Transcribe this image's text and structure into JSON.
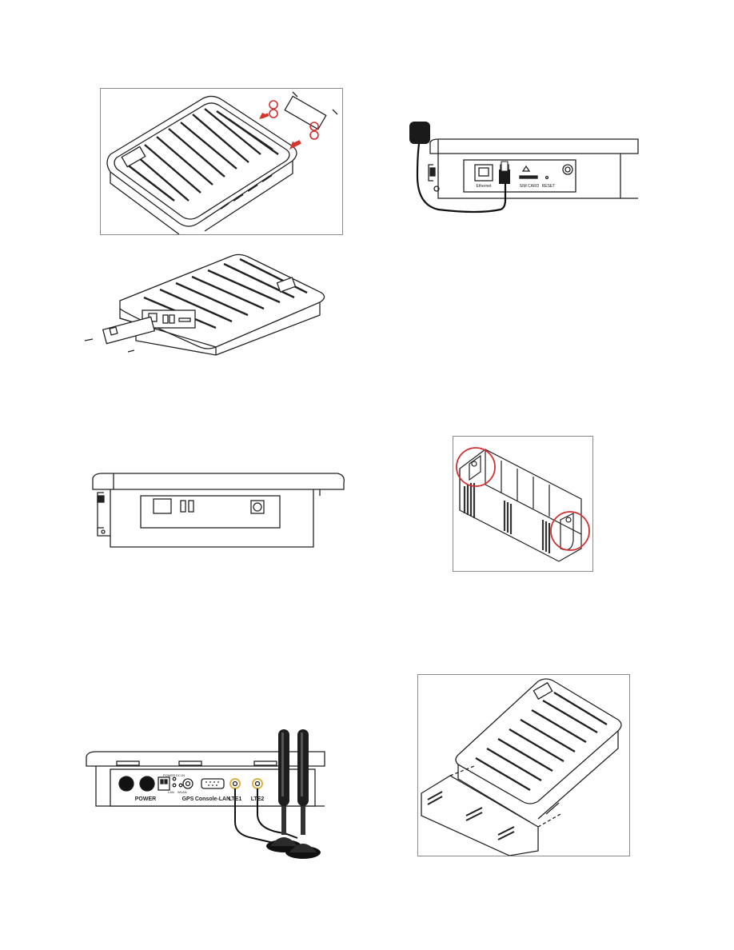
{
  "figures": {
    "top_left": {},
    "mid_left": {},
    "port_left": {},
    "antenna": {
      "labels": {
        "power": "POWER",
        "gps": "GPS",
        "console": "Console-LAN",
        "lte1": "LTE1",
        "lte2": "LTE2",
        "power_small": "POWER",
        "dc": "DC-IN",
        "lan": "LAN",
        "wlan": "WLAN"
      }
    },
    "gps_side": {
      "labels": {
        "ethernet": "Ethernet",
        "sim": "SIM CARD",
        "reset": "RESET"
      }
    },
    "bracket": {},
    "mount": {}
  },
  "colors": {
    "line": "#222222",
    "frame": "#8a8a8a",
    "highlight": "#d23030",
    "arrow": "#d9342b",
    "antenna_dark": "#1e1e1e",
    "connector_gold": "#d9b24a",
    "cable": "#111111"
  }
}
